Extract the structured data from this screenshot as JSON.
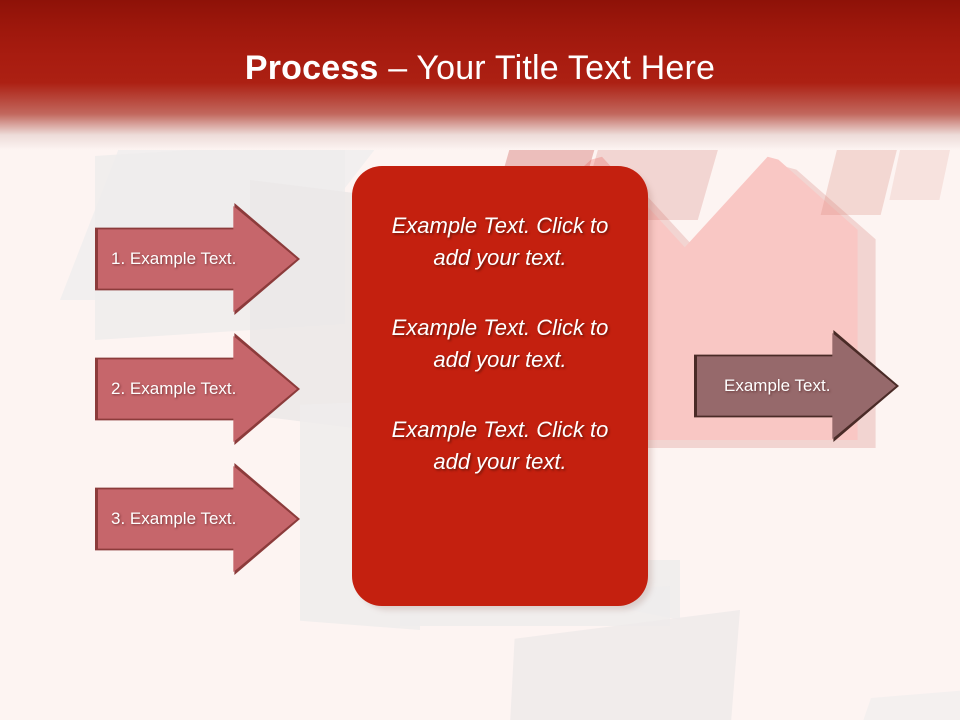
{
  "slide": {
    "title_bold": "Process",
    "title_rest": " – Your Title Text Here",
    "background_color": "#fdf4f2",
    "header_color": "#a81c10",
    "accent_color": "#c4200f"
  },
  "steps": [
    {
      "label": "1. Example Text.",
      "fill": "#c6666b",
      "border": "#8c3b3b"
    },
    {
      "label": "2. Example Text.",
      "fill": "#c6666b",
      "border": "#8c3b3b"
    },
    {
      "label": "3. Example Text.",
      "fill": "#c6666b",
      "border": "#8c3b3b"
    }
  ],
  "panel": {
    "blocks": [
      "Example Text. Click  to add your text.",
      "Example Text. Click  to add your text.",
      "Example Text. Click  to add your text."
    ]
  },
  "result": {
    "label": "Example Text.",
    "fill": "#96696b",
    "border": "#4a2b27"
  }
}
